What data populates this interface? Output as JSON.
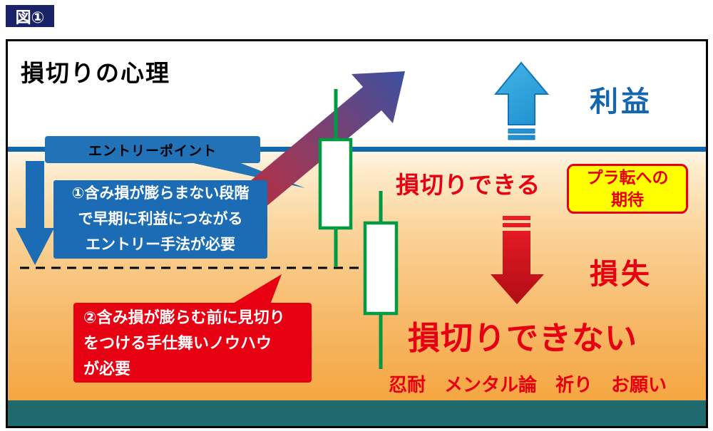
{
  "figure_label": "図①",
  "title": "損切りの心理",
  "entry": {
    "point_label": "エントリーポイント",
    "method_note": "①含み損が膨らまない段階\nで早期に利益につながる\nエントリー手法が必要"
  },
  "exit_note": "②含み損が膨らむ前に見切り\nをつける手仕舞いノウハウ\nが必要",
  "outcomes": {
    "can_cut": "損切りできる",
    "cannot_cut": "損切りできない",
    "expectation": "プラ転への\n期待",
    "profit": "利益",
    "loss": "損失",
    "coping_words": "忍耐　メンタル論　祈り　お願い"
  },
  "colors": {
    "blue": "#1b6bb5",
    "callout_blue": "#2272b8",
    "light_blue": "#29a3dc",
    "red": "#e60012",
    "yellow": "#ffff00",
    "candle_green": "#009944",
    "teal_bar": "#1e6a6e",
    "badge_navy": "#1a2368",
    "arrow_gradient_start": "#c9252c",
    "arrow_gradient_end": "#3c50a0"
  }
}
